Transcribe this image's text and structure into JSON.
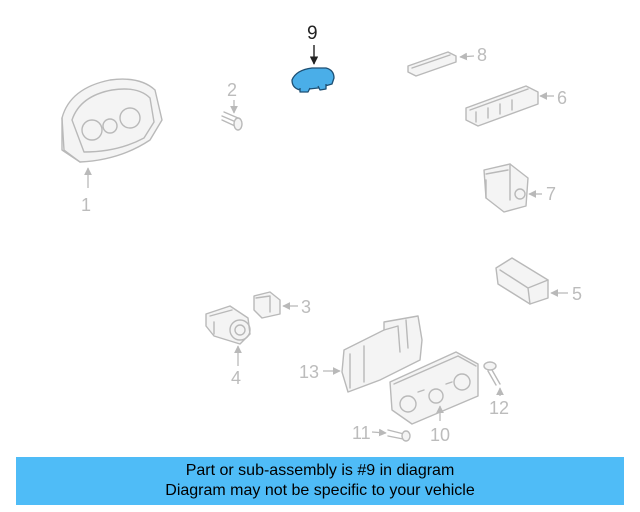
{
  "diagram": {
    "callouts": [
      "1",
      "2",
      "3",
      "4",
      "5",
      "6",
      "7",
      "8",
      "9",
      "10",
      "11",
      "12",
      "13"
    ],
    "highlighted_part": "9",
    "highlight_color": "#4aaee8"
  },
  "banner": {
    "line1": "Part or sub-assembly is #9 in diagram",
    "line2": "Diagram may not be specific to your vehicle",
    "background": "#4fbcf7"
  }
}
